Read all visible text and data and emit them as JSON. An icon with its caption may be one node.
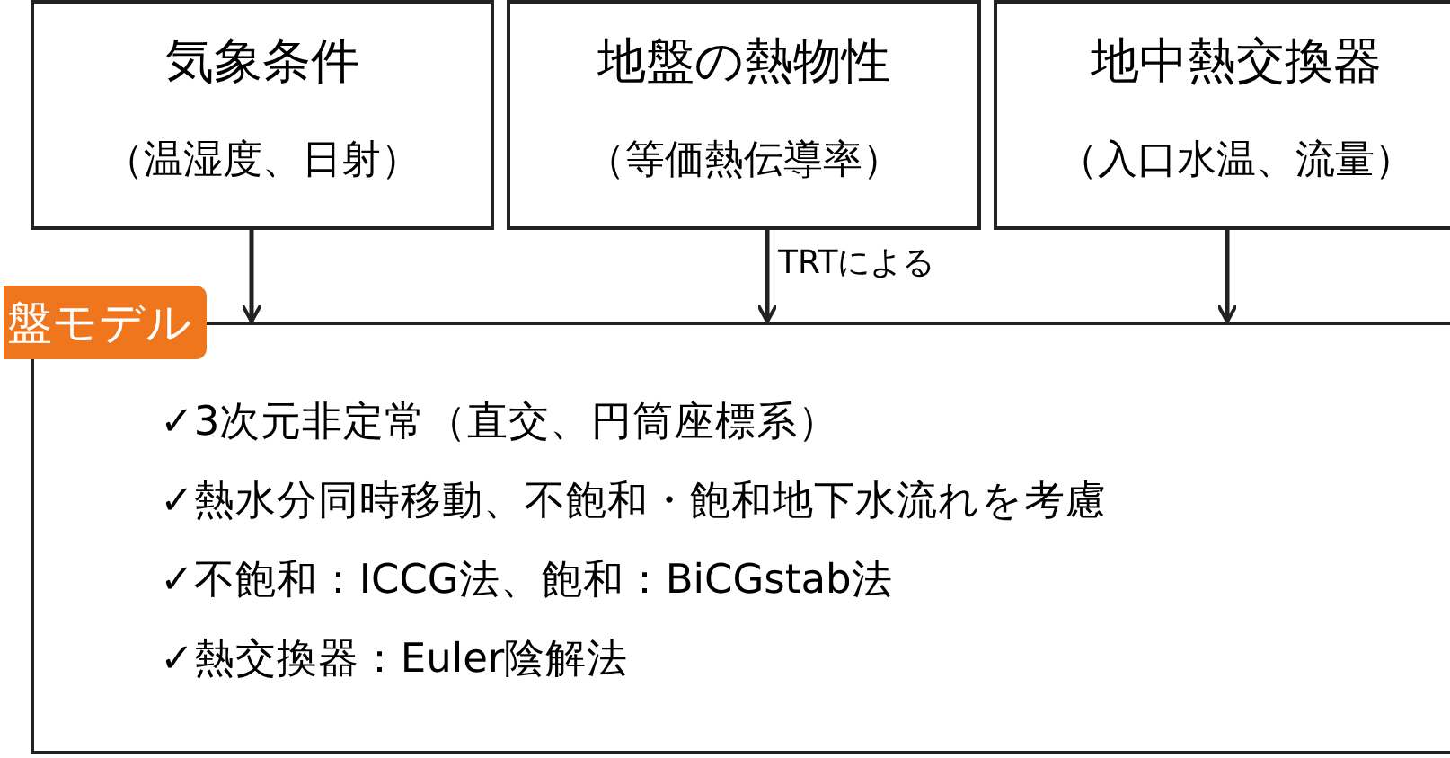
{
  "diagram": {
    "nodes": [
      {
        "text": [
          "気象条件",
          "（温湿度、日射）"
        ]
      },
      {
        "text": [
          "地盤の熱物性",
          "（等価熱伝導率）"
        ]
      },
      {
        "text": [
          "地中熱交換器",
          "（入口水温、流量）"
        ]
      },
      {
        "text": [
          "盤モデル",
          "✓3次元非定常（直交、円筒座標系）",
          "✓熱水分同時移動、不飽和・飽和地下水流れを考慮",
          "✓不飽和：ICCG法、飽和：BiCGstab法",
          "✓熱交換器：Euler陰解法"
        ]
      }
    ],
    "edges": [
      {
        "from": 0,
        "to": 3,
        "arrow": "to"
      },
      {
        "from": 1,
        "to": 3,
        "arrow": "to",
        "label": "TRTによる"
      },
      {
        "from": 2,
        "to": 3,
        "arrow": "to"
      }
    ]
  }
}
